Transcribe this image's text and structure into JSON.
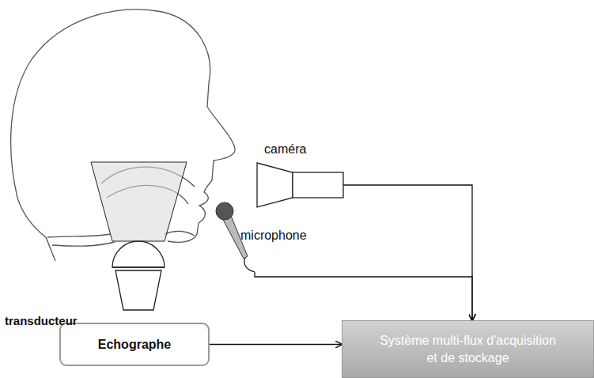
{
  "diagram": {
    "nodes": [
      {
        "text": [
          "Echographe"
        ]
      },
      {
        "text": [
          "Système multi-flux d'acquisition et de stockage"
        ]
      },
      {
        "text": [
          "caméra"
        ]
      },
      {
        "text": [
          "microphone"
        ]
      }
    ],
    "edges": [
      {
        "from": 0,
        "to": 1,
        "arrow": "to"
      },
      {
        "from": 2,
        "to": 1,
        "arrow": "to"
      },
      {
        "from": 3,
        "to": 1,
        "arrow": "to"
      }
    ],
    "labels": [
      "transducteur"
    ]
  }
}
